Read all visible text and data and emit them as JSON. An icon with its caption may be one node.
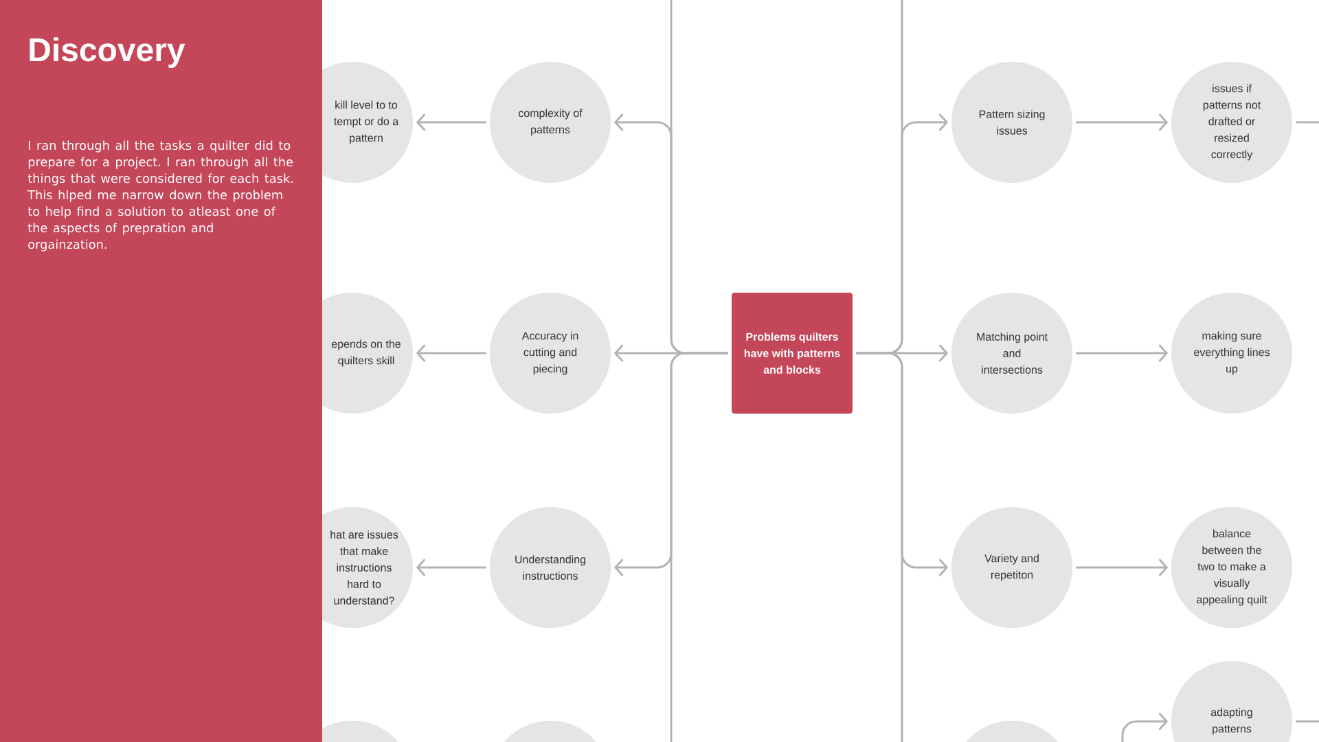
{
  "diagram": {
    "title": "Discovery",
    "nodes": [
      {
        "text": [
          "kill level to to tempt or do a pattern"
        ]
      },
      {
        "text": [
          "complexity of patterns"
        ]
      },
      {
        "text": [
          "Pattern sizing issues"
        ]
      },
      {
        "text": [
          "issues if patterns not drafted or resized correctly"
        ]
      },
      {
        "text": [
          "epends on the quilters skill"
        ]
      },
      {
        "text": [
          "Accuracy in cutting and piecing"
        ]
      },
      {
        "text": [
          "Problems quilters have with patterns and blocks"
        ]
      },
      {
        "text": [
          "Matching point and intersections"
        ]
      },
      {
        "text": [
          "making sure everything lines up"
        ]
      },
      {
        "text": [
          "hat are issues that make instructions hard to understand?"
        ]
      },
      {
        "text": [
          "Understanding instructions"
        ]
      },
      {
        "text": [
          "Variety and repetiton"
        ]
      },
      {
        "text": [
          "balance between the two to make a visually appealing quilt"
        ]
      },
      {
        "text": [
          "adapting patterns"
        ]
      },
      {
        "text": [],
        "shape": "circle"
      },
      {
        "text": [],
        "shape": "circle"
      },
      {
        "text": [],
        "shape": "circle"
      }
    ],
    "edges": [
      {
        "from": 6,
        "to": 1,
        "arrow": "to"
      },
      {
        "from": 6,
        "to": 5,
        "arrow": "to"
      },
      {
        "from": 6,
        "to": 10,
        "arrow": "to"
      },
      {
        "from": 6,
        "to": null,
        "arrow": "none"
      },
      {
        "from": 6,
        "to": null,
        "arrow": "none"
      },
      {
        "from": 1,
        "to": 0,
        "arrow": "to"
      },
      {
        "from": 5,
        "to": 4,
        "arrow": "to"
      },
      {
        "from": 10,
        "to": 9,
        "arrow": "to"
      },
      {
        "from": 6,
        "to": 2,
        "arrow": "to"
      },
      {
        "from": 6,
        "to": 7,
        "arrow": "to"
      },
      {
        "from": 6,
        "to": 11,
        "arrow": "to"
      },
      {
        "from": 6,
        "to": null,
        "arrow": "none"
      },
      {
        "from": 6,
        "to": null,
        "arrow": "none"
      },
      {
        "from": 2,
        "to": 3,
        "arrow": "to"
      },
      {
        "from": 7,
        "to": 8,
        "arrow": "to"
      },
      {
        "from": 11,
        "to": 12,
        "arrow": "to"
      },
      {
        "from": 3,
        "to": null,
        "arrow": "none"
      },
      {
        "from": null,
        "to": 13,
        "arrow": "to"
      },
      {
        "from": 13,
        "to": null,
        "arrow": "none"
      }
    ],
    "labels": [
      "I ran through all the tasks a quilter did to prepare for a project. I ran through all the things that were considered for each task. This hlped me narrow down the problem to help find a solution to atleast one of the aspects of prepration and orgainzation."
    ]
  }
}
